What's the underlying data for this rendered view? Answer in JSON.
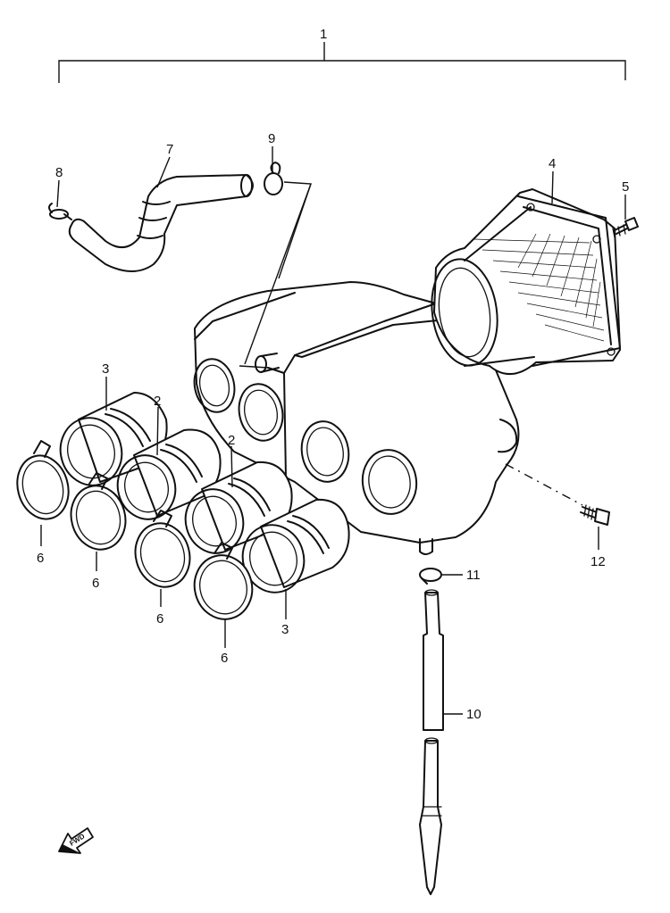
{
  "callouts": {
    "c1": "1",
    "c2a": "2",
    "c2b": "2",
    "c3a": "3",
    "c3b": "3",
    "c4": "4",
    "c5": "5",
    "c6a": "6",
    "c6b": "6",
    "c6c": "6",
    "c6d": "6",
    "c7": "7",
    "c8": "8",
    "c9": "9",
    "c10": "10",
    "c11": "11",
    "c12": "12"
  },
  "fwd_label": "FWD"
}
